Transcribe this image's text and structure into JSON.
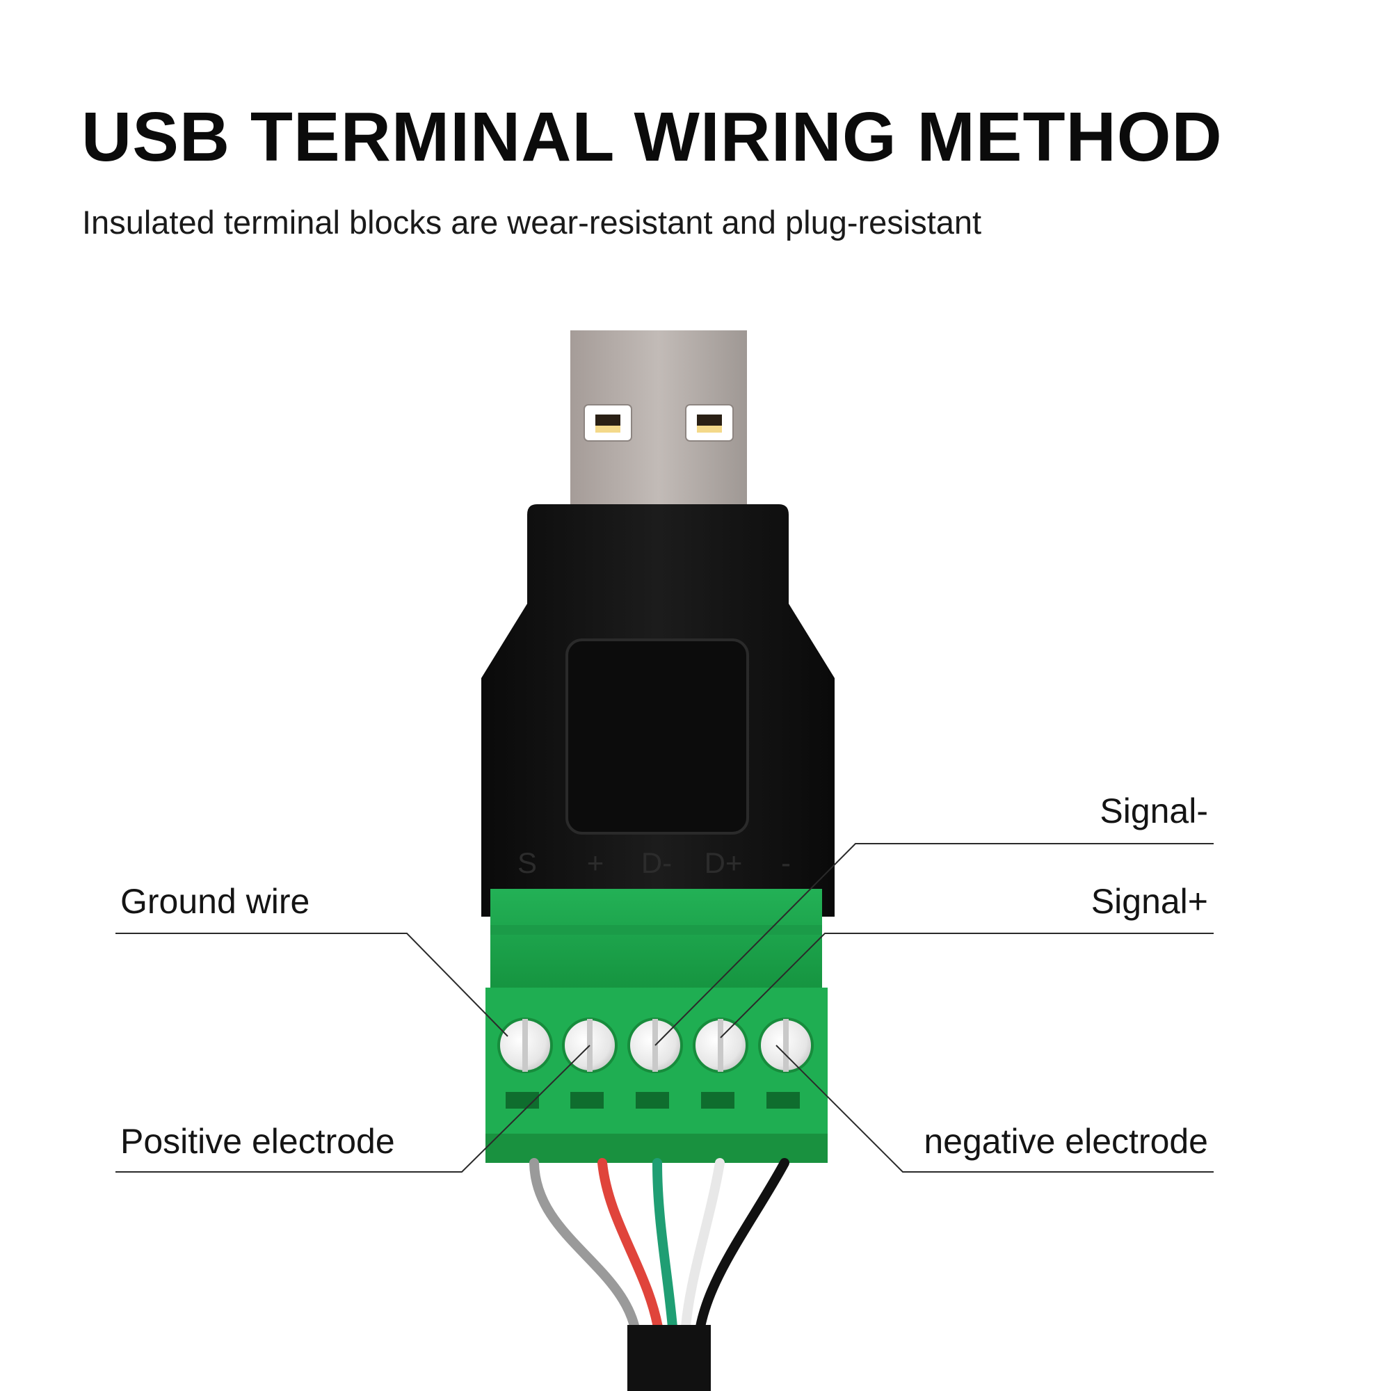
{
  "header": {
    "title": "USB TERMINAL WIRING METHOD",
    "subtitle": "Insulated terminal blocks are wear-resistant and plug-resistant"
  },
  "connector": {
    "pin_markings": [
      "S",
      "+",
      "D-",
      "D+",
      "-"
    ],
    "plug_color": "#b3aba7",
    "housing_color": "#111111",
    "terminal_block_color": "#1aa34a",
    "wire_colors": [
      "#9a9a9a",
      "#e0443b",
      "#1f9e73",
      "#e8e8e8",
      "#111111"
    ]
  },
  "callouts": {
    "ground_wire": "Ground wire",
    "positive_electrode": "Positive electrode",
    "signal_minus": "Signal-",
    "signal_plus": "Signal+",
    "negative_electrode": "negative electrode"
  }
}
